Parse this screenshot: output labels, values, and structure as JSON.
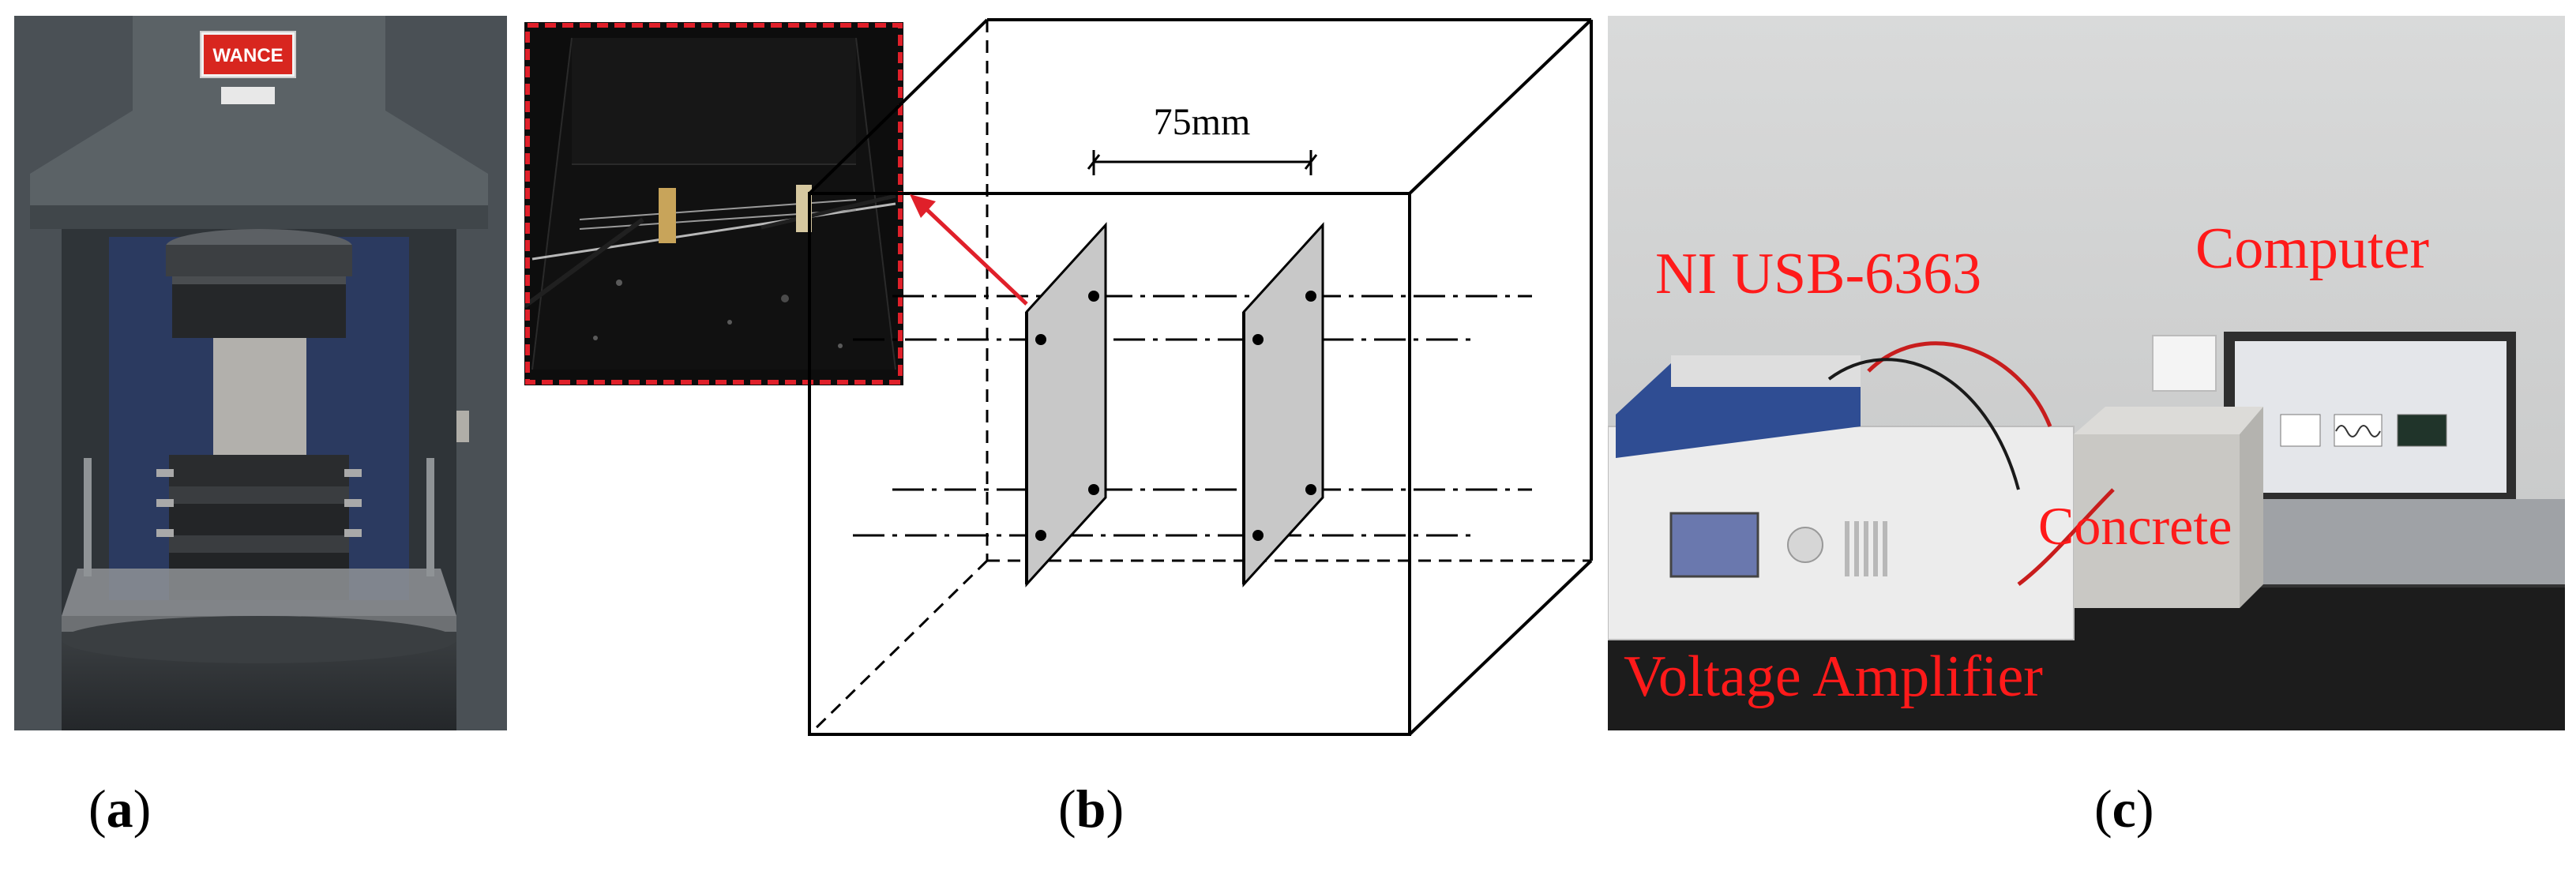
{
  "panels": {
    "a": {
      "caption_open": "(",
      "caption_letter": "a",
      "caption_close": ")",
      "machine_brand": "WANCE"
    },
    "b": {
      "caption_open": "(",
      "caption_letter": "b",
      "caption_close": ")",
      "dimension_label": "75mm"
    },
    "c": {
      "caption_open": "(",
      "caption_letter": "c",
      "caption_close": ")",
      "labels": {
        "daq": "NI USB-6363",
        "computer": "Computer",
        "concrete": "Concrete",
        "amplifier": "Voltage Amplifier"
      }
    }
  },
  "colors": {
    "callout_red": "#e0202a",
    "label_red": "#ff1a1a",
    "plate_gray": "#c8c8c8"
  }
}
